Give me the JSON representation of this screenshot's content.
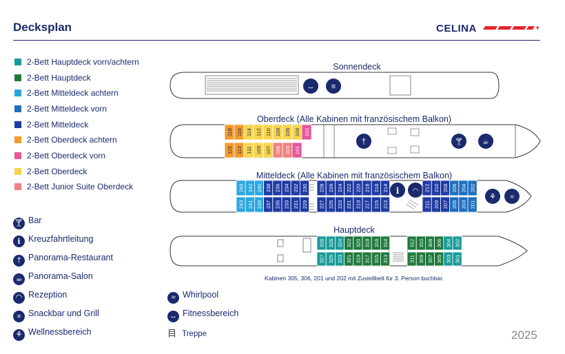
{
  "header": {
    "title": "Decksplan",
    "brand": "CELINA",
    "year": "2025"
  },
  "colors": {
    "navy": "#1a2a6c",
    "brand_red": "#e3262b",
    "hauptdeck_vorn_achtern": "#1a9a9a",
    "hauptdeck": "#1e7a3c",
    "mitteldeck_achtern": "#2aa7e0",
    "mitteldeck_vorn": "#1e6fbe",
    "mitteldeck": "#1f3aa3",
    "oberdeck_achtern": "#f39a2b",
    "oberdeck_vorn": "#e8559a",
    "oberdeck": "#f8d54a",
    "junior_suite": "#ef8282"
  },
  "cabin_legend": [
    {
      "label": "2-Bett Hauptdeck vorn/achtern",
      "color": "#1a9a9a"
    },
    {
      "label": "2-Bett Hauptdeck",
      "color": "#1e7a3c"
    },
    {
      "label": "2-Bett Mitteldeck achtern",
      "color": "#2aa7e0"
    },
    {
      "label": "2-Bett Mitteldeck vorn",
      "color": "#1e6fbe"
    },
    {
      "label": "2-Bett Mitteldeck",
      "color": "#1f3aa3"
    },
    {
      "label": "2-Bett Oberdeck achtern",
      "color": "#f39a2b"
    },
    {
      "label": "2-Bett Oberdeck vorn",
      "color": "#e8559a"
    },
    {
      "label": "2-Bett Oberdeck",
      "color": "#f8d54a"
    },
    {
      "label": "2-Bett Junior Suite Oberdeck",
      "color": "#ef8282"
    }
  ],
  "facility_legend": [
    {
      "label": "Bar",
      "icon": "cocktail-icon"
    },
    {
      "label": "Kreuzfahrtleitung",
      "icon": "info-icon"
    },
    {
      "label": "Panorama-Restaurant",
      "icon": "restaurant-icon"
    },
    {
      "label": "Panorama-Salon",
      "icon": "coffee-icon"
    },
    {
      "label": "Rezeption",
      "icon": "reception-bell-icon"
    },
    {
      "label": "Snackbar und Grill",
      "icon": "snackbar-icon"
    },
    {
      "label": "Wellnessbereich",
      "icon": "wellness-icon"
    },
    {
      "label": "Whirlpool",
      "icon": "whirlpool-icon"
    },
    {
      "label": "Fitnessbereich",
      "icon": "fitness-icon"
    },
    {
      "label": "Treppe",
      "icon": "stairs-icon"
    }
  ],
  "decks": {
    "sonnendeck": {
      "title": "Sonnendeck"
    },
    "oberdeck": {
      "title": "Oberdeck (Alle Kabinen mit französischem Balkon)",
      "top": [
        "118",
        "116",
        "114",
        "112",
        "110",
        "108",
        "106",
        "104",
        "102"
      ],
      "bottom": [
        "115",
        "113",
        "111",
        "109",
        "107",
        "105",
        "103",
        "101"
      ]
    },
    "mitteldeck": {
      "title": "Mitteldeck (Alle Kabinen mit französischem Balkon)",
      "top_left": [
        "244",
        "242",
        "240",
        "238",
        "236",
        "234",
        "232",
        "230"
      ],
      "top_right": [
        "228",
        "226",
        "224",
        "222",
        "220",
        "218",
        "216",
        "214"
      ],
      "top_fore": [
        "212",
        "210",
        "208",
        "206",
        "204",
        "202"
      ],
      "bottom_left": [
        "243",
        "241",
        "239",
        "237",
        "235",
        "233",
        "231",
        "229"
      ],
      "bottom_right": [
        "227",
        "225",
        "223",
        "221",
        "219",
        "217",
        "215",
        "213"
      ],
      "bottom_fore": [
        "211",
        "209",
        "207",
        "205",
        "203",
        "201"
      ]
    },
    "hauptdeck": {
      "title": "Hauptdeck",
      "top_aft": [
        "328",
        "326",
        "324",
        "322",
        "320",
        "318",
        "316",
        "314"
      ],
      "top_fore": [
        "312",
        "310",
        "308",
        "306",
        "304",
        "302"
      ],
      "bottom_aft": [
        "327",
        "325",
        "323",
        "321",
        "319",
        "317",
        "315",
        "313"
      ],
      "bottom_fore": [
        "311",
        "309",
        "307",
        "305",
        "303",
        "301"
      ],
      "note": "Kabinen 305, 306, 201 und 202 mit Zustellbett für 3. Person buchbar."
    }
  }
}
